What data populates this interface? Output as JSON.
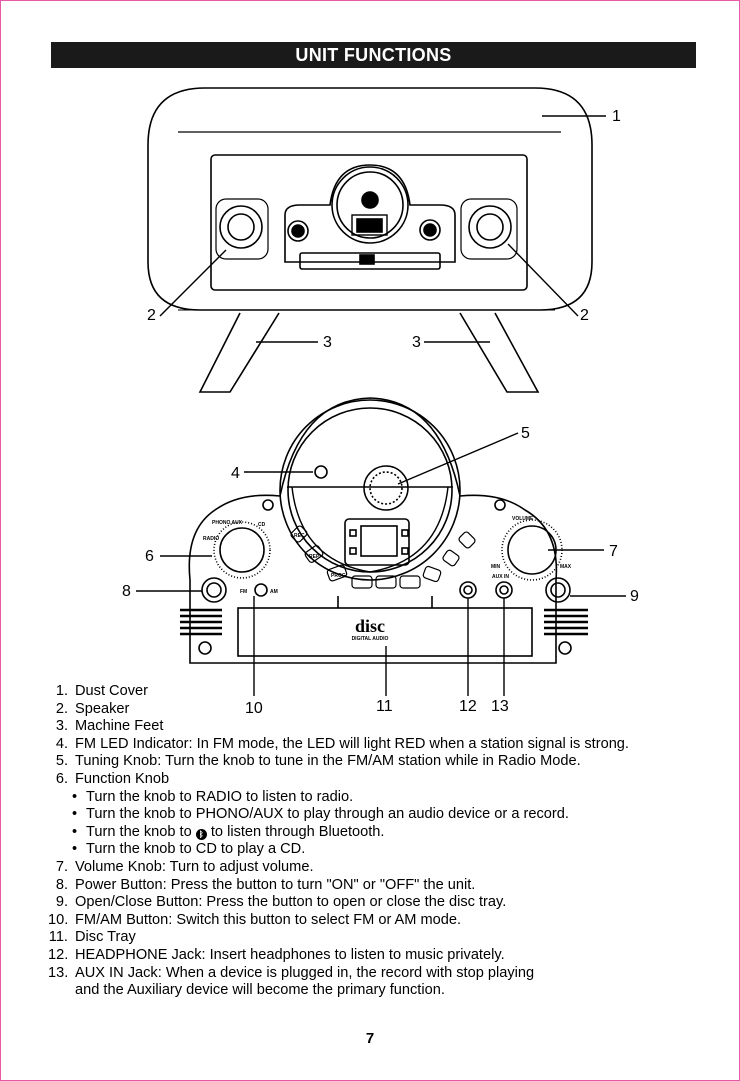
{
  "header": {
    "title": "UNIT FUNCTIONS"
  },
  "callouts": {
    "c1": "1",
    "c2a": "2",
    "c2b": "2",
    "c3a": "3",
    "c3b": "3",
    "c4": "4",
    "c5": "5",
    "c6": "6",
    "c7": "7",
    "c8": "8",
    "c9": "9",
    "c10": "10",
    "c11": "11",
    "c12": "12",
    "c13": "13"
  },
  "panel_labels": {
    "phono_aux": "PHONO AUX",
    "radio": "RADIO",
    "cd": "CD",
    "volume": "VOLUME",
    "min": "MIN",
    "max": "MAX",
    "aux_in": "AUX IN",
    "fm": "FM",
    "am": "AM",
    "disc_logo": "disc",
    "disc_sub": "DIGITAL AUDIO",
    "btn_rec": "REC",
    "btn_rep": "REP",
    "btn_prog": "PROG"
  },
  "items": [
    {
      "num": "1.",
      "text": "Dust Cover"
    },
    {
      "num": "2.",
      "text": "Speaker"
    },
    {
      "num": "3.",
      "text": "Machine Feet"
    },
    {
      "num": "4.",
      "text": "FM LED Indicator: In FM mode, the LED will light RED when a station signal is strong."
    },
    {
      "num": "5.",
      "text": "Tuning Knob: Turn the knob to tune in the FM/AM station while in Radio Mode."
    },
    {
      "num": "6.",
      "text": "Function Knob"
    }
  ],
  "function_bullets": {
    "b1": "Turn the knob to RADIO to listen to radio.",
    "b2": "Turn the knob to PHONO/AUX to play through an audio device or a record.",
    "b3_pre": "Turn the knob to",
    "b3_post": "to listen through Bluetooth.",
    "b4": "Turn the knob to CD to play a CD.",
    "bullet": "•",
    "bluetooth_icon": "bluetooth-icon"
  },
  "items2": [
    {
      "num": "7.",
      "text": "Volume Knob: Turn to adjust volume."
    },
    {
      "num": "8.",
      "text": "Power Button: Press the button to turn \"ON\" or \"OFF\" the unit."
    },
    {
      "num": "9.",
      "text": "Open/Close Button: Press the button to open or close the disc tray."
    },
    {
      "num": "10.",
      "text": "FM/AM Button: Switch this button to select FM or AM mode."
    },
    {
      "num": "11.",
      "text": "Disc Tray"
    },
    {
      "num": "12.",
      "text": "HEADPHONE Jack: Insert headphones to listen to music privately."
    },
    {
      "num": "13.",
      "text": "AUX IN Jack: When a device is plugged in, the record with stop playing"
    }
  ],
  "item13_cont": "and the Auxiliary device will become the primary function.",
  "page_number": "7"
}
